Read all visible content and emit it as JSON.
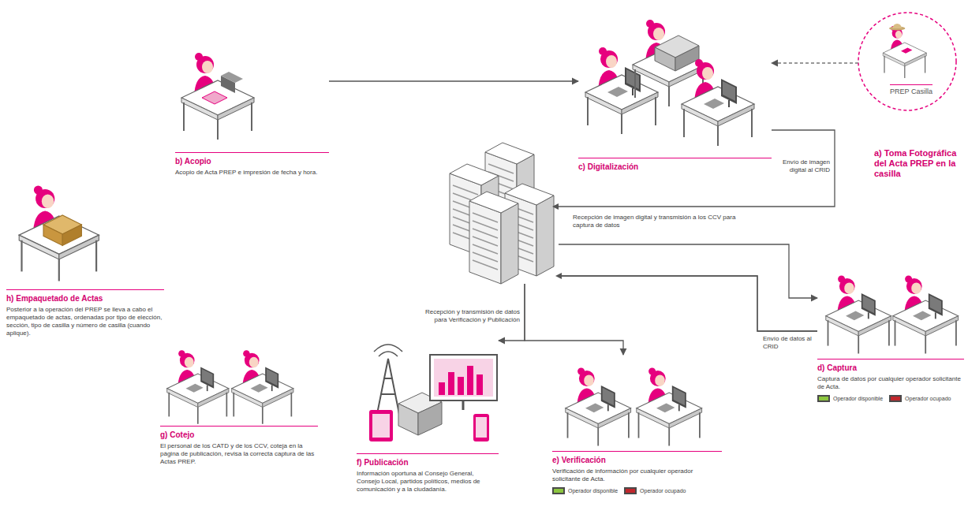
{
  "diagram": {
    "nodes": [
      {
        "text": [
          "PREP Casilla",
          "a) Toma Fotográfica del Acta PREP en la casilla"
        ]
      },
      {
        "text": [
          "b) Acopio",
          "Acopio de Acta PREP e impresión de fecha y hora."
        ]
      },
      {
        "text": [
          "c) Digitalización"
        ]
      },
      {
        "text": [
          "d) Captura",
          "Captura de datos por cualquier operador solicitante de Acta."
        ]
      },
      {
        "text": [
          "e) Verificación",
          "Verificación de información por cualquier operador solicitante de Acta."
        ]
      },
      {
        "text": [
          "f) Publicación",
          "Información oportuna al Consejo General, Consejo Local, partidos políticos, medios de comunicación y a la ciudadanía."
        ]
      },
      {
        "text": [
          "g) Cotejo",
          "El personal de los CATD y de los CCV, coteja en la página de publicación, revisa la correcta captura de las Actas PREP."
        ]
      },
      {
        "text": [
          "h) Empaquetado de Actas",
          "Posterior a la operación del PREP se lleva a cabo el empaquetado de actas, ordenadas por tipo de elección, sección, tipo de casilla y número de casilla (cuando aplique)."
        ]
      }
    ],
    "edges": [
      {
        "from": 1,
        "to": 2,
        "arrow": "to"
      },
      {
        "from": 0,
        "to": 2,
        "arrow": "to"
      },
      {
        "from": 2,
        "to": 3,
        "arrow": "to",
        "label": "Recepción de imagen digital y transmisión a los CCV para captura de datos"
      },
      {
        "from": 3,
        "to": 4,
        "arrow": "to",
        "label": "Envío de datos al CRID"
      },
      {
        "from": 3,
        "to": 5,
        "arrow": "to",
        "label": "Recepción y transmisión de datos para Verificación y Publicación"
      }
    ],
    "labels": [
      "Envío de imagen digital al CRID"
    ],
    "legend": [
      {
        "text": "Operador disponible",
        "color": "#8cc63f"
      },
      {
        "text": "Operador ocupado",
        "color": "#c1272d"
      },
      {
        "text": "Operador disponible",
        "color": "#8cc63f"
      },
      {
        "text": "Operador ocupado",
        "color": "#c1272d"
      }
    ]
  }
}
